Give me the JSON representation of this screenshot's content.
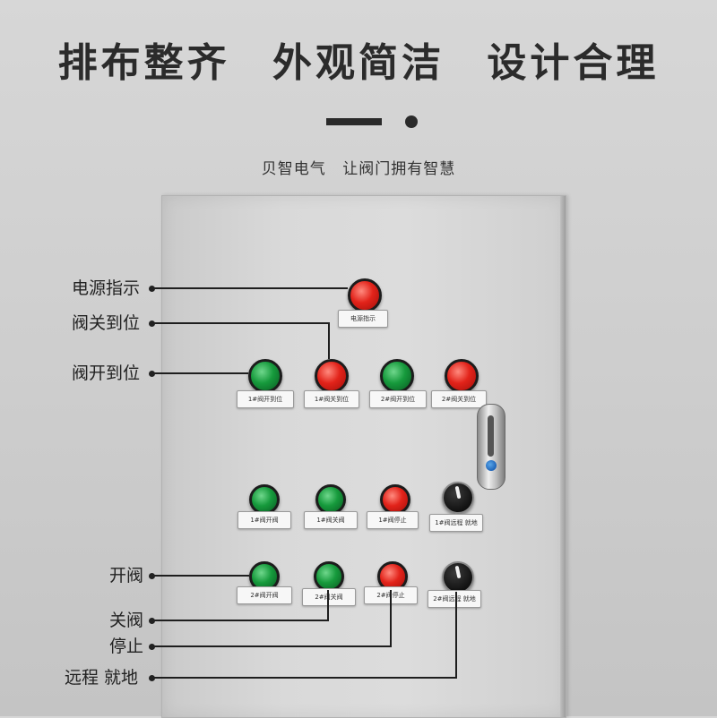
{
  "headline": [
    "排布整齐",
    "外观简洁",
    "设计合理"
  ],
  "subtitle": [
    "贝智电气",
    "让阀门拥有智慧"
  ],
  "colors": {
    "text": "#2b2b2b",
    "cabinet": "#d9d9d9",
    "lamp_red": "#e2231a",
    "lamp_green": "#169a3c",
    "selector": "#111111"
  },
  "panel": {
    "power_lamp": {
      "color": "red",
      "plate": "电源指示"
    },
    "indicators": [
      {
        "color": "green",
        "plate": "1#阀开到位"
      },
      {
        "color": "red",
        "plate": "1#阀关到位"
      },
      {
        "color": "green",
        "plate": "2#阀开到位"
      },
      {
        "color": "red",
        "plate": "2#阀关到位"
      }
    ],
    "row1": [
      {
        "type": "button",
        "color": "green",
        "plate": "1#阀开阀"
      },
      {
        "type": "button",
        "color": "green",
        "plate": "1#阀关阀"
      },
      {
        "type": "button",
        "color": "red",
        "plate": "1#阀停止"
      },
      {
        "type": "selector",
        "color": "black",
        "plate": "1#阀远程 就地"
      }
    ],
    "row2": [
      {
        "type": "button",
        "color": "green",
        "plate": "2#阀开阀"
      },
      {
        "type": "button",
        "color": "green",
        "plate": "2#阀关阀"
      },
      {
        "type": "button",
        "color": "red",
        "plate": "2#阀停止"
      },
      {
        "type": "selector",
        "color": "black",
        "plate": "2#阀远程 就地"
      }
    ]
  },
  "callouts": {
    "power": "电源指示",
    "valve_closed": "阀关到位",
    "valve_open": "阀开到位",
    "open_valve": "开阀",
    "close_valve": "关阀",
    "stop": "停止",
    "remote_local": "远程  就地"
  }
}
